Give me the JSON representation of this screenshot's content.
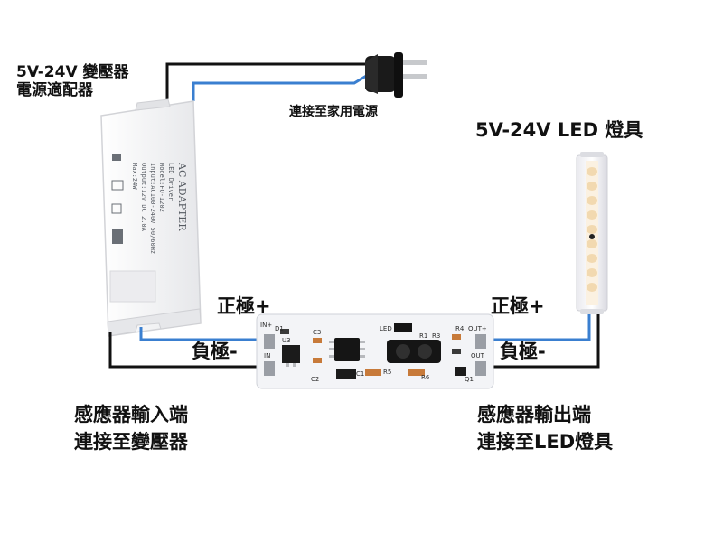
{
  "adapter": {
    "title_line1": "5V-24V 變壓器",
    "title_line2": "電源適配器",
    "case_text_1": "AC ADAPTER",
    "case_text_2": "LED Driver",
    "case_text_3": "Model:FQ-1202",
    "case_text_4": "Input:AC100-240V 50/60Hz",
    "case_text_5": "Output:12V DC 2.0A",
    "case_text_6": "Max:24W"
  },
  "mains_label": "連接至家用電源",
  "lamp_label": "5V-24V LED 燈具",
  "input_side": {
    "positive": "正極+",
    "negative": "負極-",
    "caption_line1": "感應器輸入端",
    "caption_line2": "連接至變壓器"
  },
  "output_side": {
    "positive": "正極+",
    "negative": "負極-",
    "caption_line1": "感應器輸出端",
    "caption_line2": "連接至LED燈具"
  },
  "pcb": {
    "in_plus": "IN+",
    "in": "IN",
    "out_plus": "OUT+",
    "out": "OUT",
    "led": "LED",
    "d1": "D1",
    "u3": "U3",
    "c1": "C1",
    "c2": "C2",
    "r1": "R1",
    "r3": "R3",
    "r4": "R4",
    "r5": "R5",
    "r6": "R6",
    "q1": "Q1",
    "c3": "C3"
  },
  "colors": {
    "wire_black": "#111111",
    "wire_blue": "#3a7fd0",
    "pcb": "#f3f4f7",
    "lamp_light": "#f2d9b0"
  }
}
